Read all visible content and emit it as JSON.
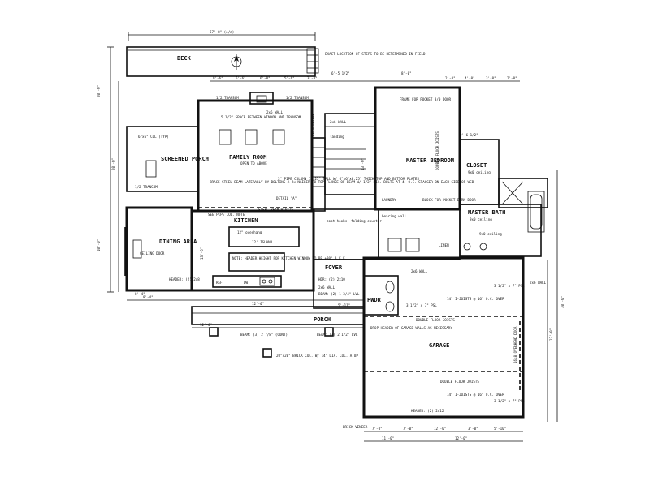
{
  "rooms": {
    "deck": "DECK",
    "family_room": "FAMILY ROOM",
    "family_room_sub": "OPEN TO ABOVE",
    "screened_porch": "SCREENED PORCH",
    "master_bedroom": "MASTER BEDROOM",
    "closet": "CLOSET",
    "closet_sub": "9x0 ceiling",
    "kitchen": "KITCHEN",
    "dining_area": "DINING AREA",
    "master_bath": "MASTER BATH",
    "master_bath_sub": "9x0 ceiling",
    "laundry": "LAUNDRY",
    "foyer": "FOYER",
    "pwdr": "PWDR",
    "garage": "GARAGE",
    "porch": "PORCH",
    "linen": "LINEN",
    "island": "12' ISLAND"
  },
  "notes": {
    "exact_location": "EXACT LOCATION OF STEPS TO BE DETERMINED IN FIELD",
    "frame_for_pocket": "FRAME FOR POCKET 3/0 DOOR",
    "space_between": "5 1/2\" SPACE BETWEEN WINDOW AND TRANSOM",
    "wall_2x6": "2x6 WALL",
    "transom_left": "1/2 TRANSOM",
    "transom_right": "1/2 TRANSOM",
    "brace_steel": "BRACE STEEL BEAM LATERALLY BY BOLTING A 2x NAILER TO TOP FLANGE OF BEAM W/ 1/2\" DIA. BOLTS AT 4' O.C. STAGGER ON EACH SIDE OF WEB",
    "pipe_column": "3\" PIPE COLUMN 10.25\" TALL W/ 6\"x6\"x0.25\" THICK TOP AND BOTTOM PLATES",
    "detail_a": "DETAIL \"A\"",
    "steel_beam": "STEEL BEAM W 6x25",
    "see_pipe_col": "SEE PIPE COL. NOTE",
    "overhang": "12\" overhang",
    "header_note": "NOTE: HEADER HEIGHT FOR KITCHEN WINDOW TO BE +80\" A.F.F.",
    "header_dining": "HEADER: (2) 2x8",
    "ceiling_dining": "CEILING DOOR",
    "screened_sub": "6\"x6\" COL (TYP)",
    "joists_garage_top": "14\" I-JOISTS @ 16\" O.C. OVER",
    "double_joists": "DOUBLE FLOOR JOISTS",
    "drop_header": "DROP HEADER OF GARAGE WALLS AS NECESSARY",
    "joists_garage_bottom": "14\" I-JOISTS @ 16\" O.C. OVER",
    "beam_porch": "BEAM: (3) 2 7/8\" (CONT)",
    "beam_porch_right": "BEAM: (3) 2 1/2\" LVL",
    "brick_col": "20\"x20\" BRICK COL. W/ 14\" DIA. COL. ATOP",
    "brick_veneer": "BRICK VENEER",
    "header_garage": "HEADER: (2) 2x12",
    "header_pwdr": "HDR: (2) 2x10",
    "beam_lvl": "BEAM: (2) 1 3/4\" LVL",
    "wall_2x6_right": "2x6 WALL",
    "bearing_wall": "bearing wall",
    "block_for_pocket": "BLOCK FOR POCKET BARN DOOR",
    "coat_hooks": "coat hooks",
    "folding_counter": "folding counter",
    "ceiling_9": "9x0 ceiling",
    "psl_1": "3 1/2\" x 7\" PSL",
    "psl_2": "3 1/2\" x 7\" PSL",
    "psl_3": "3 1/2\" x 7\" PSL",
    "overhead_door": "16x8 OVERHEAD DOOR",
    "bookshelves": "bookshelves",
    "landing": "landing",
    "double_floor_joists_left": "DOUBLE FLOOR JOISTS",
    "ref": "REF",
    "dw": "DW"
  },
  "dims": {
    "overall_top": "57'-8\" (o/a)",
    "left_overall": "20'-0\"",
    "left_lower": "10'-0\"",
    "porch_width": "12'-0\"",
    "deck_top_1": "9'-6\"",
    "deck_top_2": "5'-6\"",
    "deck_top_3": "6'-0\"",
    "deck_top_4": "5'-6\"",
    "deck_top_5": "3'-0\"",
    "bedroom_top_1": "6'-5 1/2\"",
    "bedroom_top_2": "8'-0\"",
    "bedroom_top_3": "2'-0\"",
    "bedroom_top_4": "4'-0\"",
    "bedroom_top_5": "3'-0\"",
    "bedroom_top_6": "2'-0\"",
    "right_overall": "30'-0\"",
    "garage_right": "22'-0\"",
    "garage_bottom_1": "7'-0\"",
    "garage_bottom_2": "12'-0\"",
    "garage_bottom_3": "3'-0\"",
    "garage_bottom_4": "5'-10\"",
    "bottom_left_1": "7'-0\"",
    "bottom_left_2": "11'-0\"",
    "porch_dim": "12'-0\"",
    "dining_dim": "8'-4\"",
    "closet_dim": "9'-6 1/2\"",
    "kitchen_dim": "13'-6\"",
    "foyer_dim": "5'-11\"",
    "master_dim": "13'-0\""
  }
}
